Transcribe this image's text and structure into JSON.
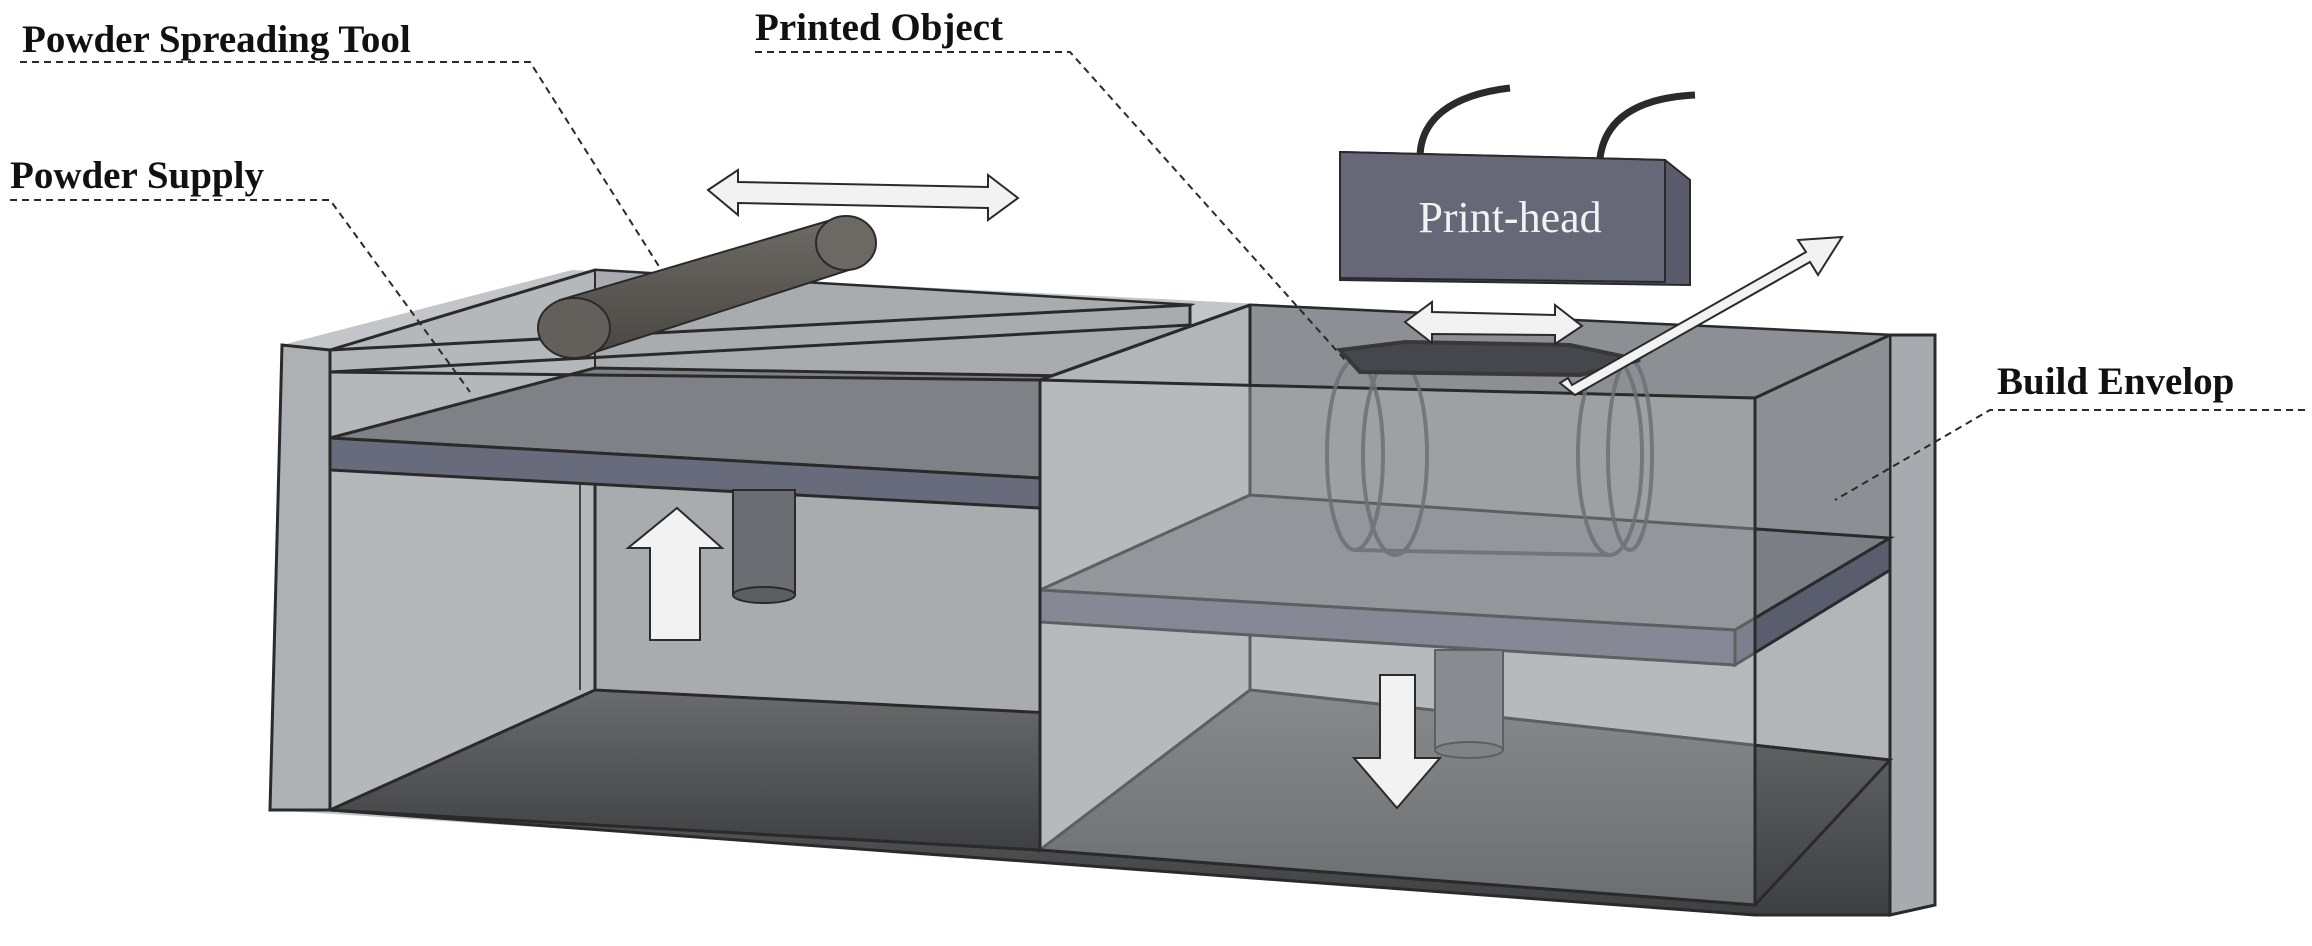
{
  "labels": {
    "powder_spreading_tool": "Powder Spreading Tool",
    "printed_object": "Printed Object",
    "powder_supply": "Powder Supply",
    "print_head": "Print-head",
    "build_envelop": "Build Envelop"
  },
  "colors": {
    "glass": "#b9bcbf",
    "glass_dark": "#8f9296",
    "powder_top": "#7b7e84",
    "platform": "#686b7c",
    "floor": "#5a5b5c",
    "roller": "#5d5a55",
    "print_head": "#666878",
    "arrow_fill": "#f2f2f2",
    "edge": "#2a2a2a"
  }
}
